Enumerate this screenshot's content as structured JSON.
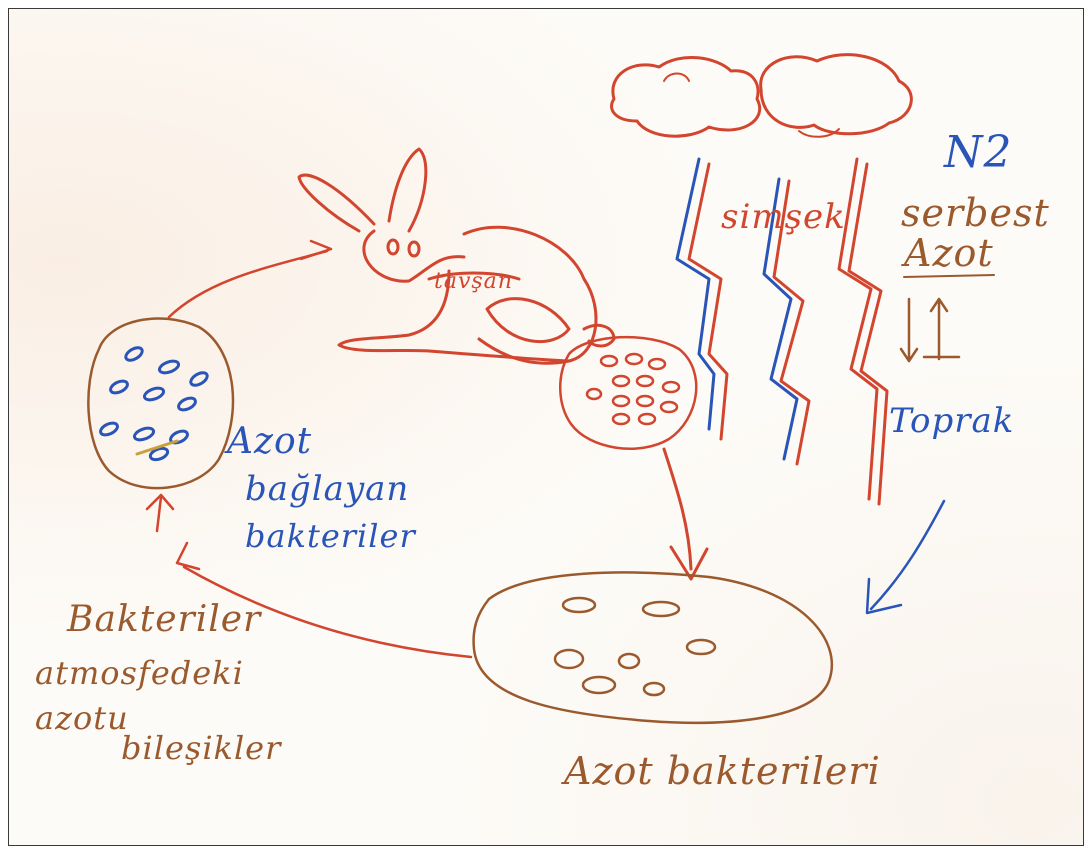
{
  "labels": {
    "n2": "N2",
    "serbest": "serbest",
    "azot_free": "Azot",
    "simsek": "simşek",
    "tavsan": "tavşan",
    "toprak": "Toprak",
    "azot_baglayan": [
      "Azot",
      "bağlayan",
      "bakteriler"
    ],
    "bakteriler_note": [
      "Bakteriler",
      "atmosfedeki",
      "azotu",
      "bileşikler"
    ],
    "azot_bakterileri": "Azot bakterileri"
  },
  "colors": {
    "red_pencil": "#d2452e",
    "blue_pencil": "#2a55b8",
    "brown_pencil": "#9a5a2e"
  }
}
